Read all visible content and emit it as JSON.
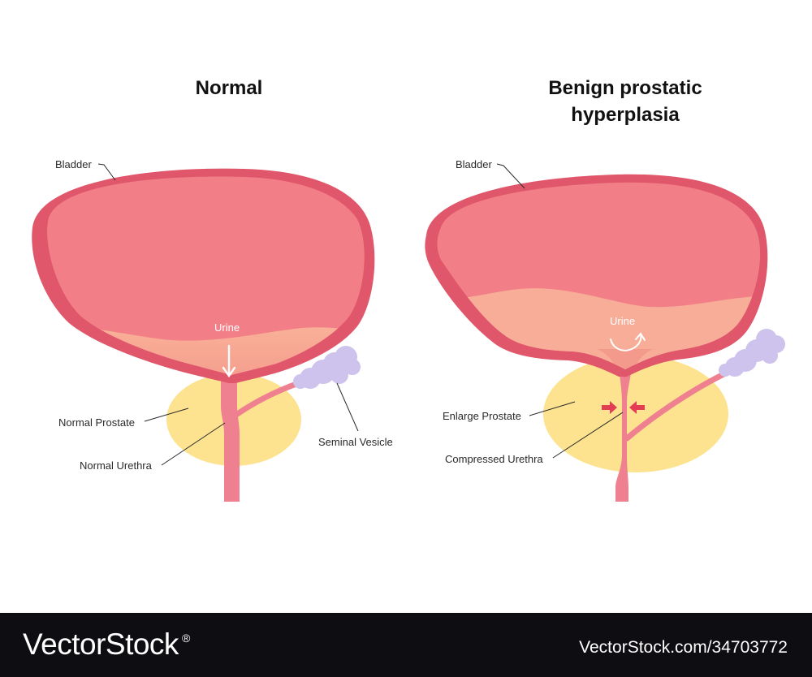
{
  "titles": {
    "normal": "Normal",
    "bph": "Benign prostatic\nhyperplasia"
  },
  "labels": {
    "normal_bladder": "Bladder",
    "normal_urine": "Urine",
    "normal_prostate": "Normal Prostate",
    "normal_urethra": "Normal Urethra",
    "seminal_vesicle": "Seminal Vesicle",
    "bph_bladder": "Bladder",
    "bph_urine": "Urine",
    "enlarge_prostate": "Enlarge Prostate",
    "compressed_urethra": "Compressed Urethra"
  },
  "footer": {
    "brand": "VectorStock",
    "registered": "®",
    "stock_id": "VectorStock.com/34703772"
  },
  "colors": {
    "bladder_wall": "#e0566a",
    "bladder_fill": "#f27f88",
    "urine": "#f8ad98",
    "prostate": "#fde38f",
    "urethra": "#ef8090",
    "seminal_vesicle": "#cdc3ec",
    "arrow_red": "#e33d55",
    "footer_bg": "#0d0d12"
  }
}
